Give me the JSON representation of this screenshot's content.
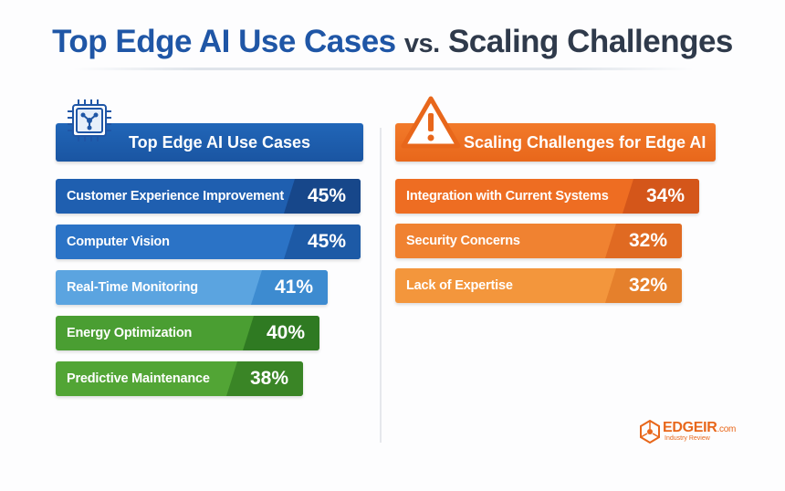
{
  "title": {
    "part1": "Top Edge AI Use Cases",
    "part2": "vs.",
    "part3": "Scaling Challenges"
  },
  "chart_data": [
    {
      "type": "bar",
      "title": "Top Edge AI Use Cases",
      "unit": "%",
      "categories": [
        "Customer Experience Improvement",
        "Computer Vision",
        "Real-Time Monitoring",
        "Energy Optimization",
        "Predictive Maintenance"
      ],
      "values": [
        45,
        45,
        41,
        40,
        38
      ],
      "value_labels": [
        "45%",
        "45%",
        "41%",
        "40%",
        "38%"
      ],
      "colors": [
        "#1f5fb0",
        "#2b73c6",
        "#5ba4e0",
        "#4a9e32",
        "#52a535"
      ],
      "pct_colors": [
        "#17478a",
        "#1d5aa6",
        "#3d8bd0",
        "#2f7a22",
        "#3a8526"
      ]
    },
    {
      "type": "bar",
      "title": "Scaling Challenges for Edge AI",
      "unit": "%",
      "categories": [
        "Integration with Current Systems",
        "Security Concerns",
        "Lack of Expertise"
      ],
      "values": [
        34,
        32,
        32
      ],
      "value_labels": [
        "34%",
        "32%",
        "32%"
      ],
      "colors": [
        "#ee6d22",
        "#f08231",
        "#f3963c"
      ],
      "pct_colors": [
        "#d4561a",
        "#e06a22",
        "#e5802c"
      ]
    }
  ],
  "logo": {
    "brand": "EDGEIR",
    "suffix": ".com",
    "subtitle": "Industry Review"
  },
  "icons": {
    "left_header": "chip-icon",
    "right_header": "warning-icon"
  }
}
